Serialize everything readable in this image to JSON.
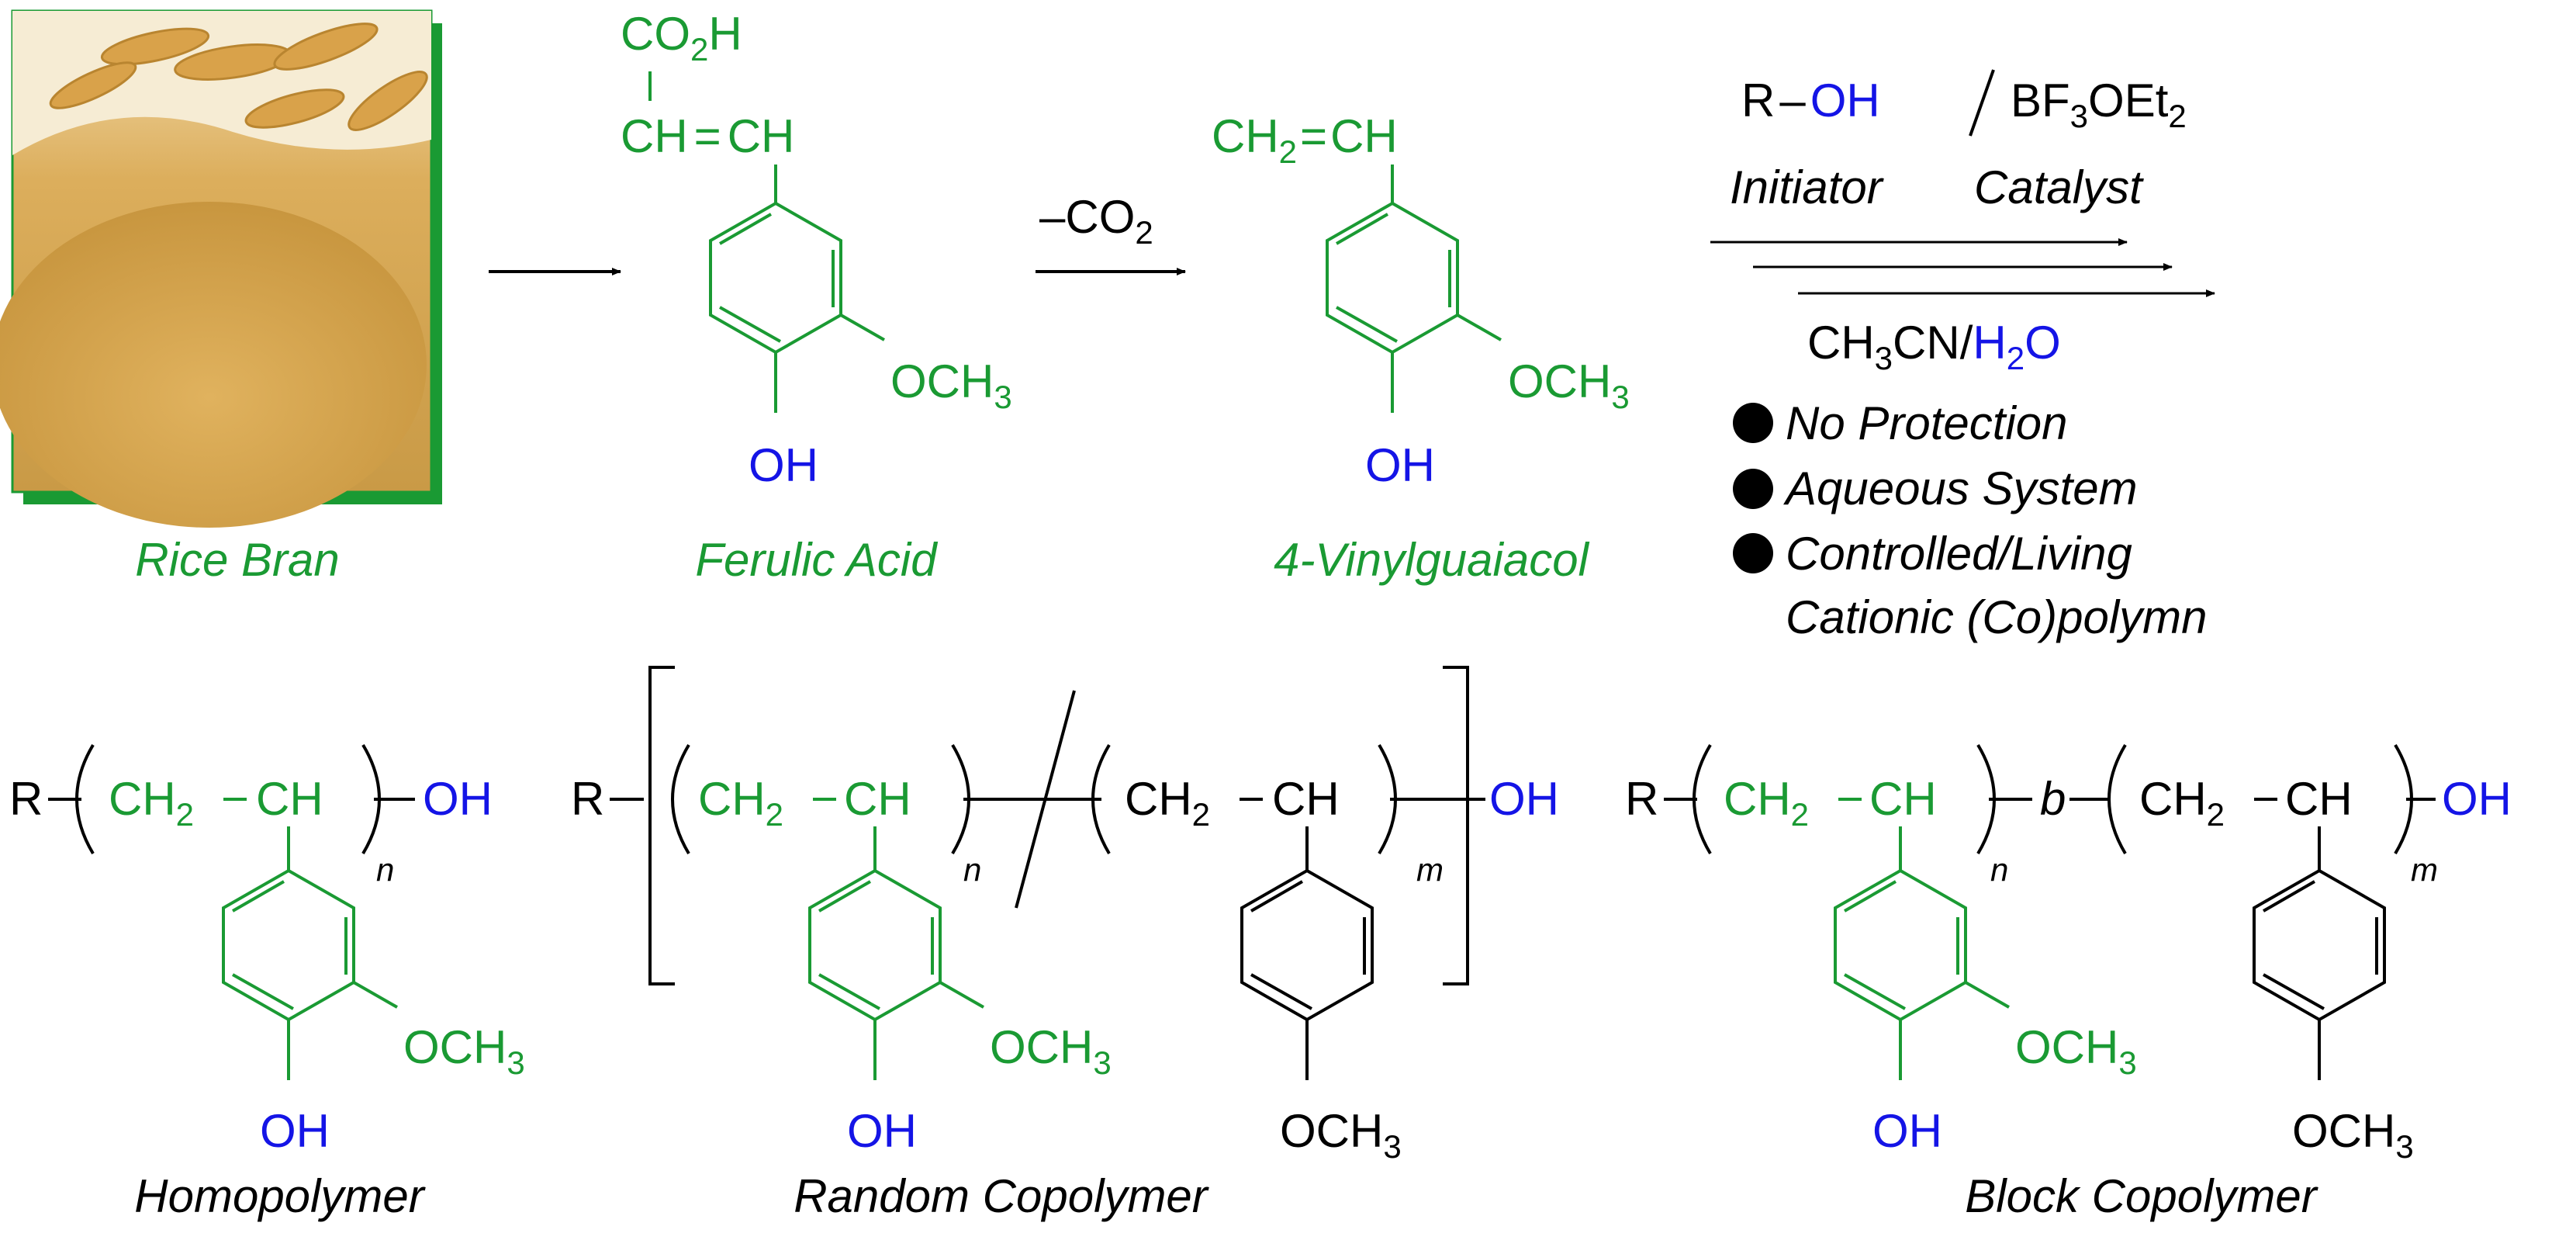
{
  "colors": {
    "green": "#1a9a33",
    "blue": "#1414e6",
    "black": "#000000",
    "photo_border": "#1a9a33"
  },
  "top_row": {
    "rice_bran_label": "Rice Bran",
    "ferulic_acid": {
      "label": "Ferulic Acid",
      "co2h_main": "CO",
      "co2h_sub": "2",
      "co2h_end": "H",
      "vinyl_ch": "CH",
      "vinyl_eq": "=",
      "vinyl_ch2": "CH",
      "och3_main": "OCH",
      "och3_sub": "3",
      "oh": "OH"
    },
    "decarboxylation": {
      "main": "–CO",
      "sub": "2"
    },
    "vinylguaiacol": {
      "label": "4-Vinylguaiacol",
      "ch2_main": "CH",
      "ch2_sub": "2",
      "eq": "=",
      "ch": "CH",
      "och3_main": "OCH",
      "och3_sub": "3",
      "oh": "OH"
    }
  },
  "conditions": {
    "initiator_r": "R",
    "initiator_dash": "–",
    "initiator_oh": "OH",
    "slash": "/",
    "catalyst_main": "BF",
    "catalyst_sub": "3",
    "catalyst_end": "OEt",
    "catalyst_sub2": "2",
    "initiator_label": "Initiator",
    "catalyst_label": "Catalyst",
    "solvent_main": "CH",
    "solvent_sub": "3",
    "solvent_mid": "CN/",
    "solvent_water_main": "H",
    "solvent_water_sub": "2",
    "solvent_water_end": "O",
    "bullets": [
      "No Protection",
      "Aqueous System",
      "Controlled/Living",
      "Cationic (Co)polymn"
    ]
  },
  "polymers": {
    "homopolymer": {
      "label": "Homopolymer",
      "r": "R",
      "ch2": "CH",
      "ch2_sub": "2",
      "ch": "CH",
      "n": "n",
      "oh_end": "OH",
      "och3_main": "OCH",
      "och3_sub": "3",
      "oh": "OH"
    },
    "random": {
      "label": "Random Copolymer",
      "r": "R",
      "ch2": "CH",
      "ch2_sub": "2",
      "ch": "CH",
      "n": "n",
      "m": "m",
      "oh_end": "OH",
      "och3_main": "OCH",
      "och3_sub": "3",
      "oh": "OH",
      "och3b_main": "OCH",
      "och3b_sub": "3"
    },
    "block": {
      "label": "Block Copolymer",
      "r": "R",
      "ch2": "CH",
      "ch2_sub": "2",
      "ch": "CH",
      "n": "n",
      "b": "b",
      "m": "m",
      "oh_end": "OH",
      "och3_main": "OCH",
      "och3_sub": "3",
      "oh": "OH",
      "och3b_main": "OCH",
      "och3b_sub": "3"
    }
  }
}
